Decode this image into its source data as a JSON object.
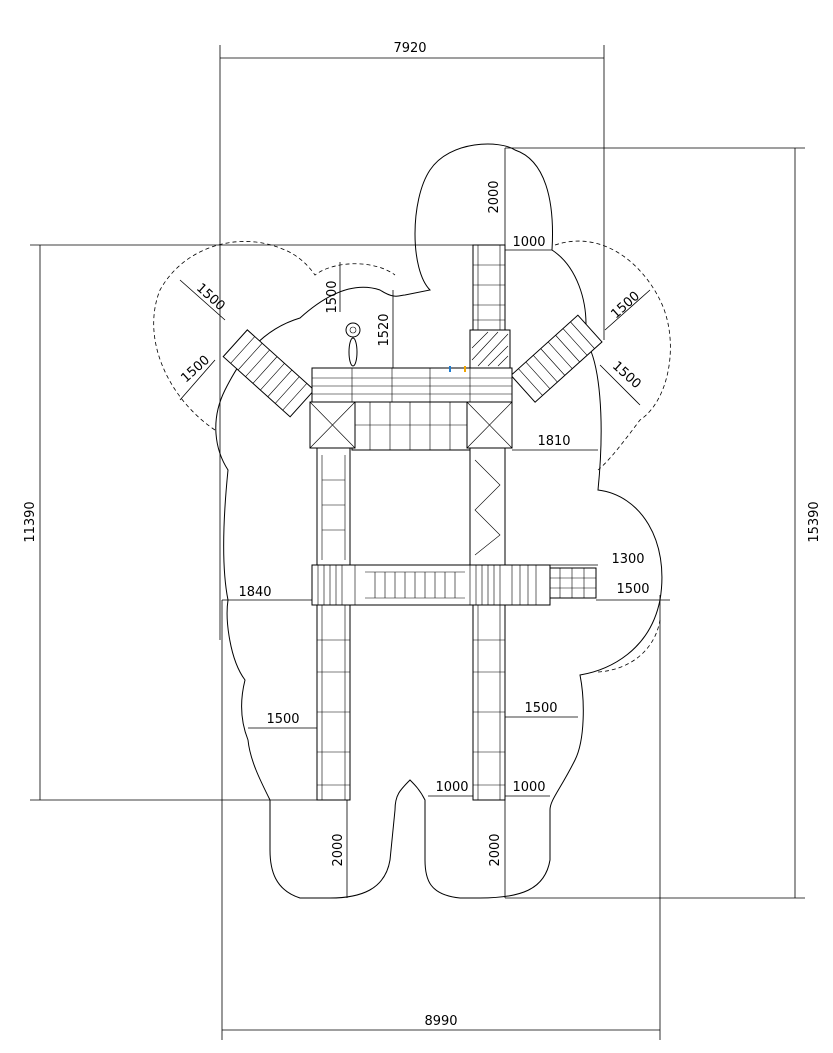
{
  "drawing": {
    "dimensions": {
      "overall_width_top": "7920",
      "overall_width_bottom": "8990",
      "overall_height_left": "11390",
      "overall_height_right": "15390",
      "top_ladder_clearance": "2000",
      "top_ladder_side": "1000",
      "diag_left_outer": "1500",
      "diag_left_side": "1500",
      "diag_right_outer": "1500",
      "diag_right_side": "1500",
      "swing_clearance": "1500",
      "deck_to_edge": "1520",
      "right_tower_side": "1810",
      "right_step_length": "1300",
      "right_step_clearance": "1500",
      "left_side": "1840",
      "left_slide_side": "1500",
      "right_slide_side": "1500",
      "left_slide_gap": "1000",
      "right_slide_gap": "1000",
      "left_slide_end": "2000",
      "right_slide_end": "2000"
    }
  }
}
